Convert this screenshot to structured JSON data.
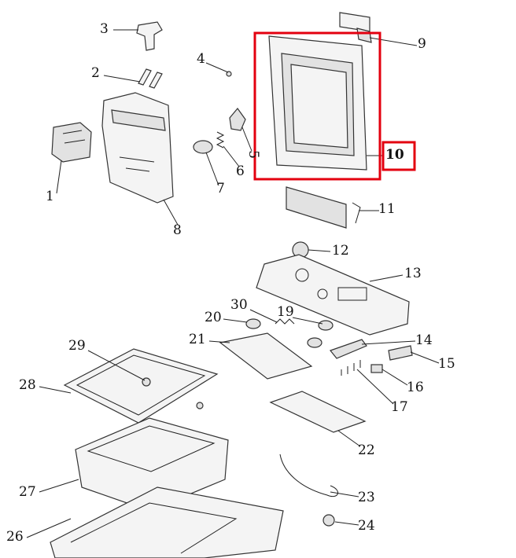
{
  "diagram": {
    "callouts": [
      "1",
      "2",
      "3",
      "4",
      "5",
      "6",
      "7",
      "8",
      "9",
      "10",
      "11",
      "12",
      "13",
      "14",
      "15",
      "16",
      "17",
      "19",
      "20",
      "21",
      "22",
      "23",
      "24",
      "26",
      "27",
      "28",
      "29",
      "30"
    ],
    "highlighted_part": "10",
    "highlight_color": "#e3000f"
  }
}
